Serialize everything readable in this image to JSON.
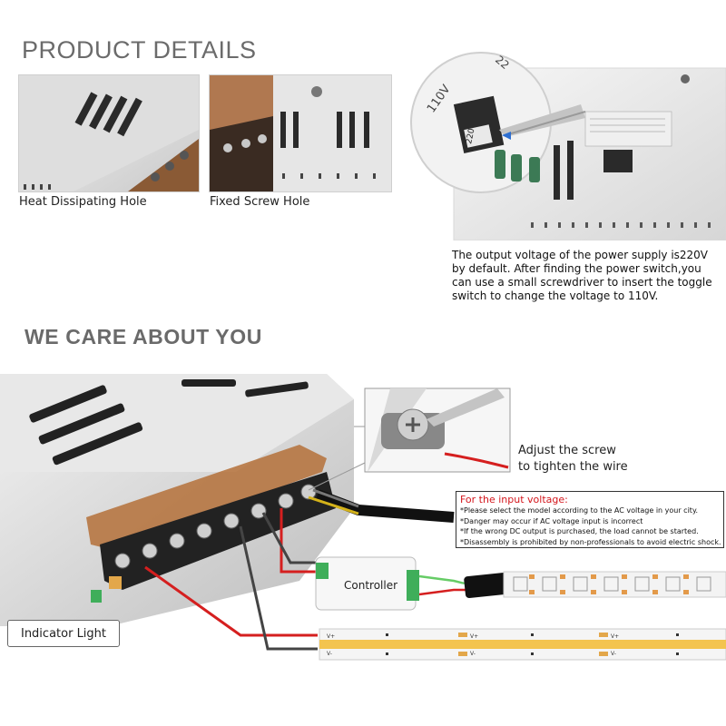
{
  "product_details": {
    "title": "PRODUCT DETAILS",
    "captions": {
      "heat": "Heat Dissipating Hole",
      "screw": "Fixed Screw Hole"
    },
    "switch_labels": {
      "v110": "110V",
      "v220": "220",
      "v22": "22"
    },
    "voltage_note": "The output voltage of the power supply is220V by default. After finding the power switch,you can use a small screwdriver to insert the toggle switch to change the voltage to 110V."
  },
  "care": {
    "title": "WE CARE ABOUT YOU",
    "adjust_line1": "Adjust the screw",
    "adjust_line2": "to tighten the wire",
    "warning": {
      "title": "For the input voltage:",
      "lines": [
        "*Please select the model according to the AC voltage in your city.",
        "*Danger may occur if AC voltage input is incorrect",
        "*If the wrong DC output is purchased, the load cannot be started.",
        "*Disassembly is prohibited by non-professionals to avoid electric shock."
      ]
    },
    "controller_label": "Controller",
    "indicator_label": "Indicator Light",
    "strip_labels": {
      "vplus": "V+",
      "vminus": "V-"
    }
  }
}
